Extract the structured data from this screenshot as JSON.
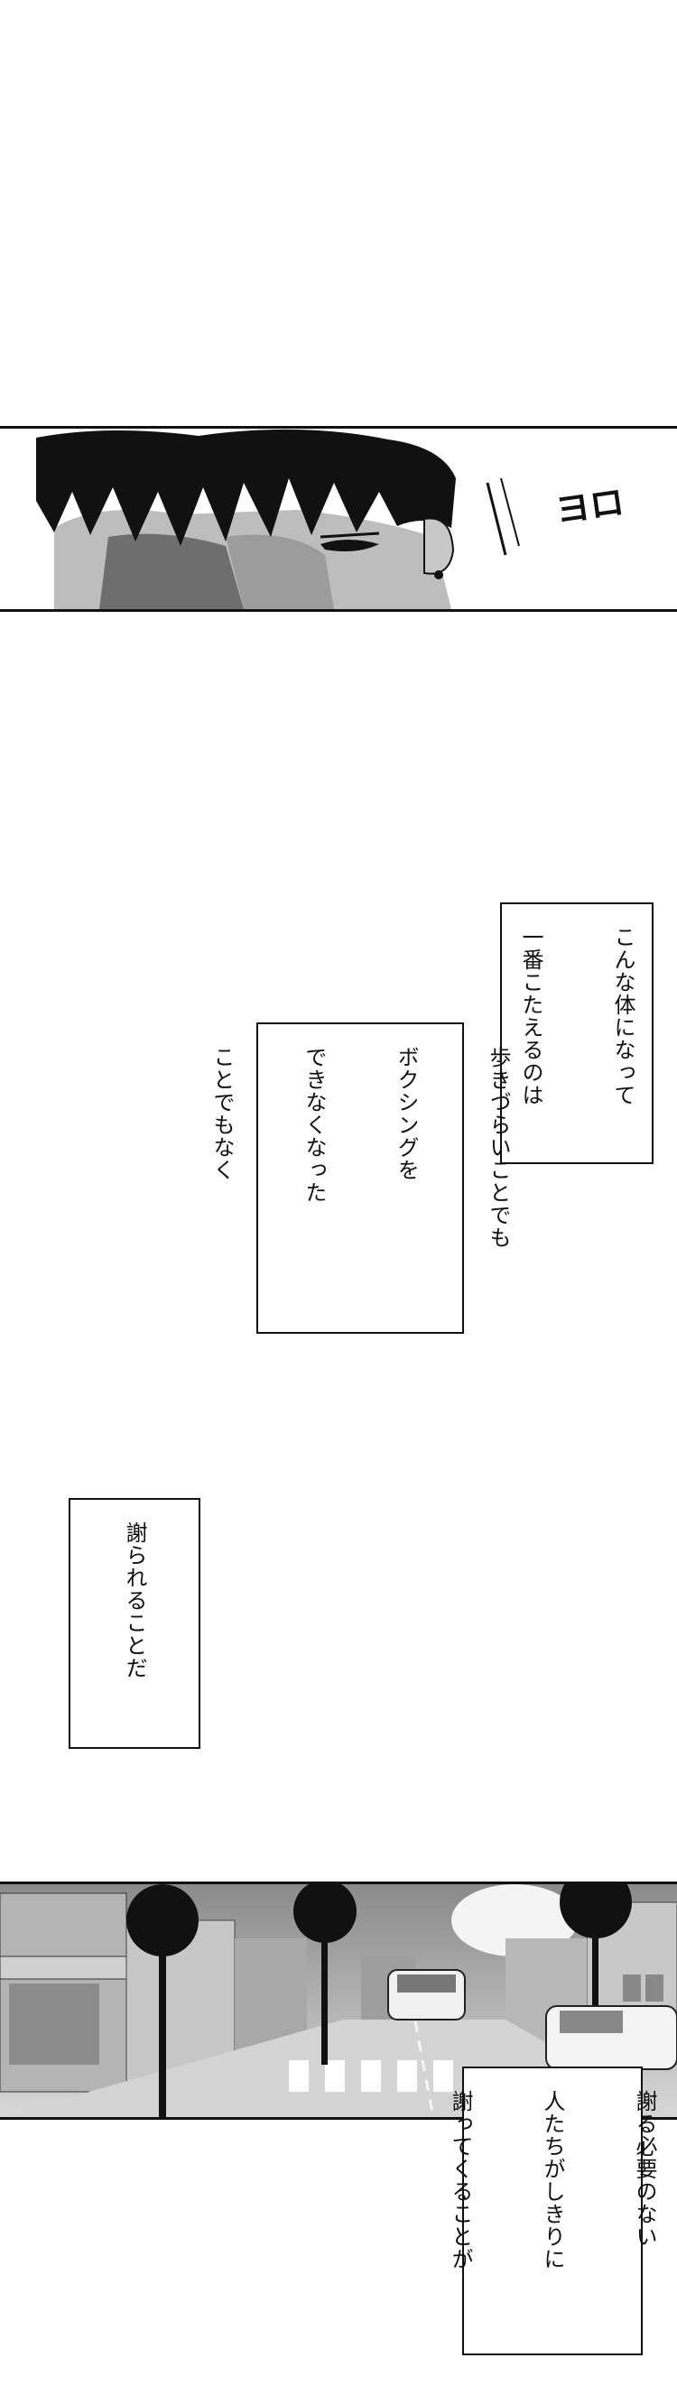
{
  "panel1": {
    "sfx": "ヨロ"
  },
  "captions": [
    {
      "lines": [
        "こんな体になって",
        "一番こたえるのは"
      ]
    },
    {
      "lines": [
        "歩きづらいことでも",
        "ボクシングを",
        "できなくなった",
        "ことでもなく"
      ]
    },
    {
      "lines": [
        "謝られることだ"
      ]
    },
    {
      "lines": [
        "謝る必要のない",
        "人たちがしきりに",
        "謝ってくることが"
      ]
    }
  ],
  "colors": {
    "ink": "#111111",
    "paper": "#ffffff",
    "tone": "#9a9a9a"
  }
}
